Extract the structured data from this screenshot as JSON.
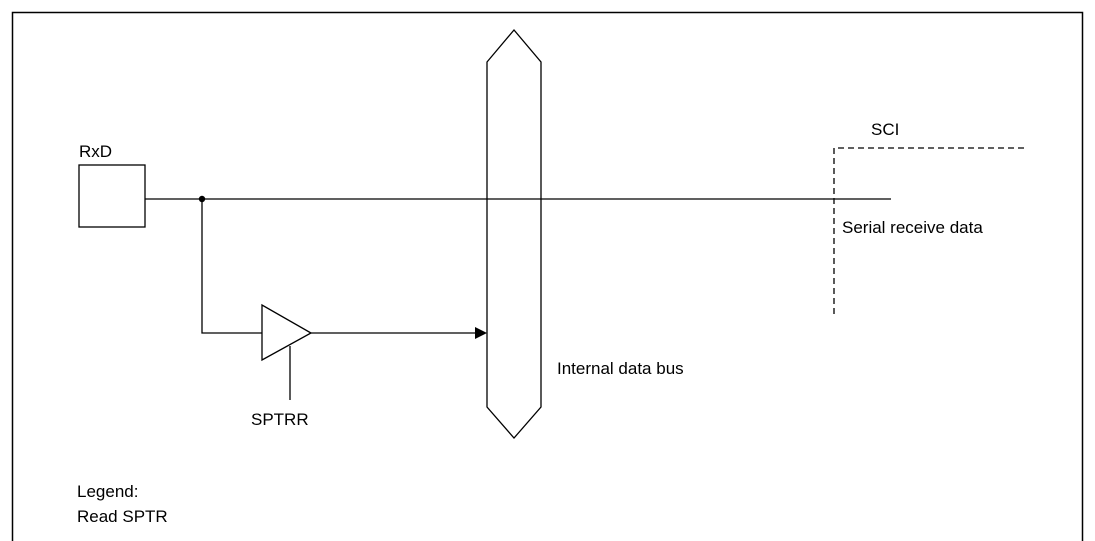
{
  "labels": {
    "rxd": "RxD",
    "sci": "SCI",
    "serial_receive_data": "Serial receive data",
    "internal_data_bus": "Internal data bus",
    "sptrr": "SPTRR",
    "legend_title": "Legend:",
    "legend_item": "Read SPTR"
  },
  "colors": {
    "line": "#000000",
    "background": "#ffffff"
  }
}
